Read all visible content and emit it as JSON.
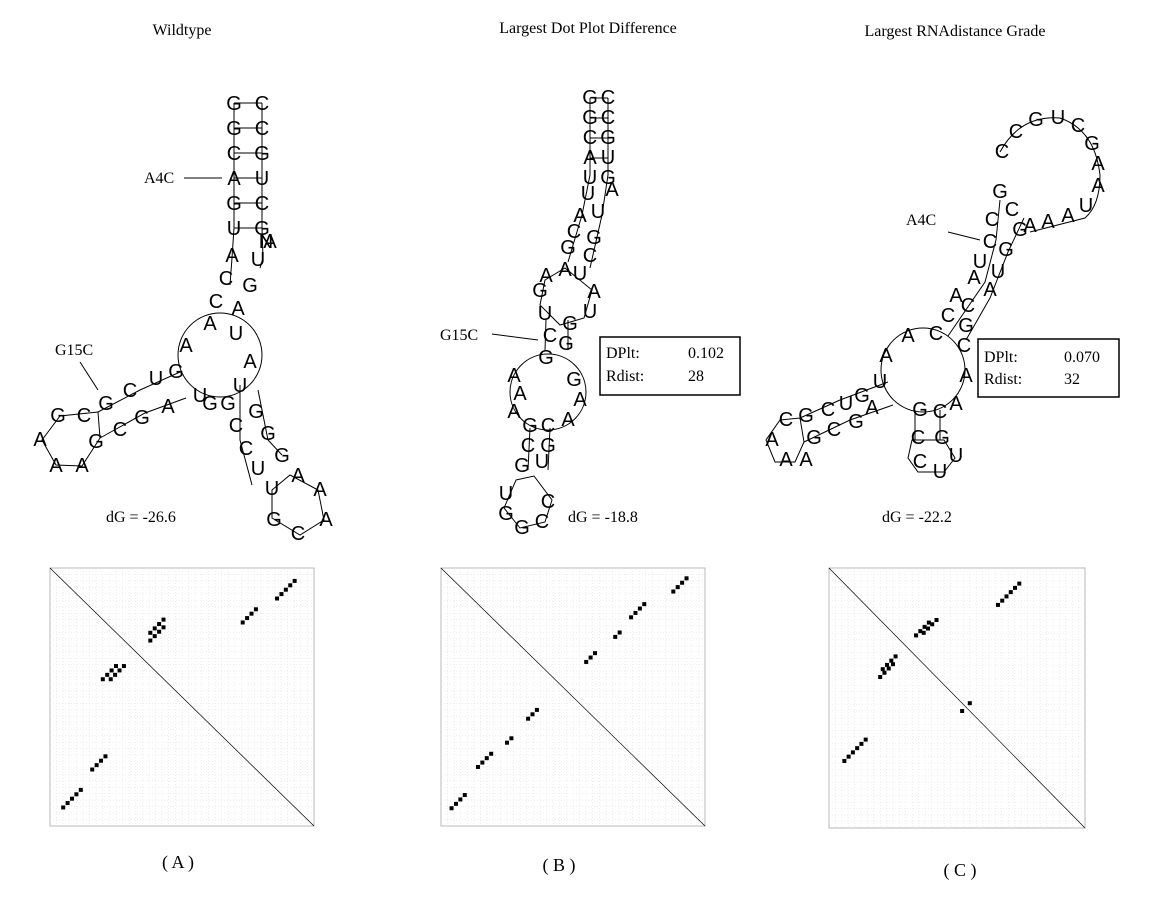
{
  "panels": [
    {
      "id": "A",
      "title": "Wildtype",
      "panel_label": "( A )",
      "dG_text": "dG = -26.6",
      "mutation_labels": [
        "A4C",
        "G15C"
      ],
      "stats": null,
      "dotplot": {
        "upper_diagonals": [
          [
            0.86,
            0.05,
            5
          ],
          [
            0.73,
            0.16,
            4
          ],
          [
            0.38,
            0.23,
            4
          ],
          [
            0.2,
            0.38,
            4
          ]
        ],
        "lower_diagonals": [
          [
            0.05,
            0.86,
            5
          ],
          [
            0.16,
            0.73,
            4
          ],
          [
            0.23,
            0.38,
            4
          ],
          [
            0.38,
            0.2,
            4
          ]
        ]
      }
    },
    {
      "id": "B",
      "title": "Largest Dot Plot Difference",
      "panel_label": "( B )",
      "dG_text": "dG = -18.8",
      "mutation_labels": [
        "G15C"
      ],
      "stats": {
        "dplt_label": "DPlt:",
        "dplt_value": "0.102",
        "rdist_label": "Rdist:",
        "rdist_value": "28"
      },
      "dotplot": {
        "upper_diagonals": [
          [
            0.88,
            0.04,
            4
          ],
          [
            0.72,
            0.14,
            4
          ],
          [
            0.66,
            0.25,
            2
          ],
          [
            0.55,
            0.33,
            3
          ]
        ],
        "lower_diagonals": [
          [
            0.04,
            0.88,
            4
          ],
          [
            0.14,
            0.72,
            4
          ],
          [
            0.25,
            0.66,
            2
          ],
          [
            0.33,
            0.55,
            3
          ]
        ]
      }
    },
    {
      "id": "C",
      "title": "Largest  RNAdistance Grade",
      "panel_label": "( C )",
      "dG_text": "dG = -22.2",
      "mutation_labels": [
        "A4C"
      ],
      "stats": {
        "dplt_label": "DPlt:",
        "dplt_value": "0.070",
        "rdist_label": "Rdist:",
        "rdist_value": "32"
      },
      "dotplot": {
        "upper_diagonals": [
          [
            0.66,
            0.06,
            6
          ],
          [
            0.37,
            0.2,
            4
          ],
          [
            0.21,
            0.34,
            4
          ],
          [
            0.52,
            0.55,
            1
          ]
        ],
        "lower_diagonals": [
          [
            0.06,
            0.66,
            6
          ],
          [
            0.2,
            0.37,
            4
          ],
          [
            0.34,
            0.21,
            4
          ],
          [
            0.55,
            0.52,
            1
          ]
        ]
      }
    }
  ]
}
